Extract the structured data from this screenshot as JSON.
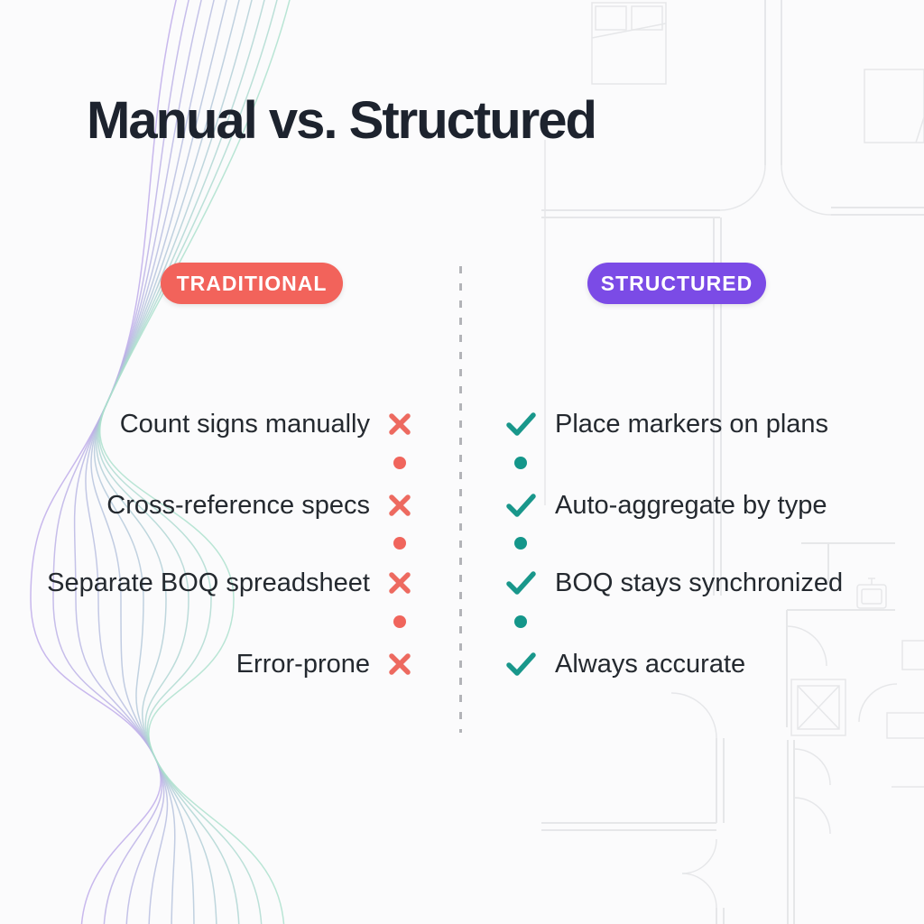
{
  "title": "Manual vs. Structured",
  "left_column": {
    "badge_label": "TRADITIONAL",
    "badge_color": "#f2635b",
    "marker_icon": "cross-icon",
    "marker_color": "#ed6a60",
    "separator_icon": "dot",
    "separator_color": "#f0655c",
    "items": [
      "Count signs manually",
      "Cross-reference specs",
      "Separate BOQ spreadsheet",
      "Error-prone"
    ]
  },
  "right_column": {
    "badge_label": "STRUCTURED",
    "badge_color": "#7b4be6",
    "marker_icon": "check-icon",
    "marker_color": "#19978b",
    "separator_icon": "dot",
    "separator_color": "#14968a",
    "items": [
      "Place markers on plans",
      "Auto-aggregate by type",
      "BOQ stays synchronized",
      "Always accurate"
    ]
  },
  "colors": {
    "background": "#fbfbfc",
    "title_text": "#1d232e",
    "item_text": "#24292f",
    "divider": "#b3b4b8",
    "decor_curve_purple": "#bba8e8",
    "decor_curve_teal": "#a9e0cb",
    "decor_floorplan_line": "#e5e6e9"
  },
  "decor": {
    "divider_style": "vertical-dashed",
    "left_background": "flowing-strand-curves",
    "right_background": "architectural-floor-plan"
  }
}
